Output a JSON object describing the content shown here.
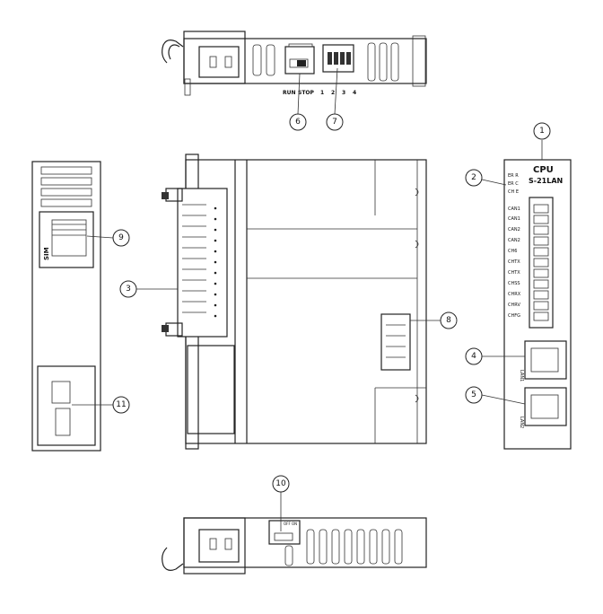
{
  "top_view": {
    "run_label": "RUN",
    "stop_label": "STOP",
    "dip_numbers": [
      "1",
      "2",
      "3",
      "4"
    ]
  },
  "right_view": {
    "cpu_title": "CPU",
    "model": "S-21LAN",
    "leds": [
      "ER R",
      "ER C",
      "CH E"
    ],
    "terminals": [
      "CAN1",
      "CAN1",
      "CAN2",
      "CAN2",
      "CH6",
      "CHTX",
      "CHTX",
      "CHSS",
      "CHRX",
      "CHRV",
      "CHFG"
    ],
    "lan1": "LAN1",
    "lan2": "LAN2"
  },
  "left_view": {
    "sim_label": "SIM"
  },
  "bottom_view": {
    "switch_label": "OFF ON"
  },
  "callouts": [
    "1",
    "2",
    "3",
    "4",
    "5",
    "6",
    "7",
    "8",
    "9",
    "10",
    "11"
  ]
}
